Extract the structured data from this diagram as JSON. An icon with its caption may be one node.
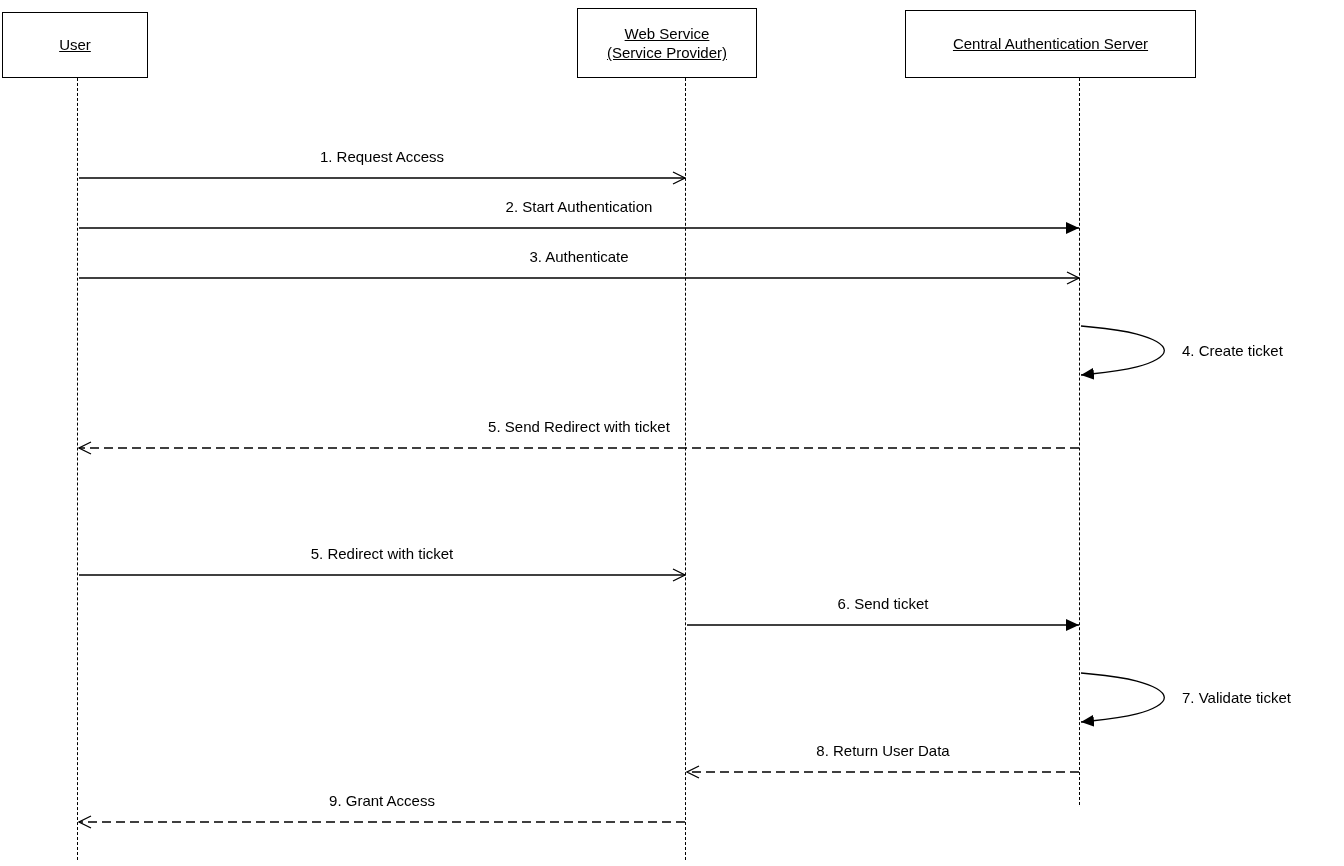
{
  "diagram": {
    "nodes": [
      {
        "text": [
          "User"
        ]
      },
      {
        "text": [
          "Web Service (Service Provider)"
        ]
      },
      {
        "text": [
          "Central Authentication Server"
        ]
      },
      {
        "text": [],
        "shape": "line"
      },
      {
        "text": [],
        "shape": "line"
      },
      {
        "text": [],
        "shape": "line"
      }
    ],
    "edges": [
      {
        "from": 3,
        "to": 4,
        "arrow": "to",
        "label": "1. Request Access"
      },
      {
        "from": 3,
        "to": 5,
        "arrow": "to",
        "label": "2. Start Authentication"
      },
      {
        "from": 3,
        "to": 5,
        "arrow": "to",
        "label": "3. Authenticate"
      },
      {
        "from": 5,
        "to": 5,
        "arrow": "to",
        "label": "4. Create ticket"
      },
      {
        "from": 5,
        "to": 3,
        "arrow": "to",
        "label": "5. Send Redirect with ticket",
        "style": "dashed"
      },
      {
        "from": 3,
        "to": 4,
        "arrow": "to",
        "label": "5. Redirect with ticket"
      },
      {
        "from": 4,
        "to": 5,
        "arrow": "to",
        "label": "6. Send ticket"
      },
      {
        "from": 5,
        "to": 5,
        "arrow": "to",
        "label": "7. Validate ticket"
      },
      {
        "from": 5,
        "to": 4,
        "arrow": "to",
        "label": "8. Return User Data",
        "style": "dashed"
      },
      {
        "from": 4,
        "to": 3,
        "arrow": "to",
        "label": "9. Grant Access",
        "style": "dashed"
      }
    ]
  }
}
